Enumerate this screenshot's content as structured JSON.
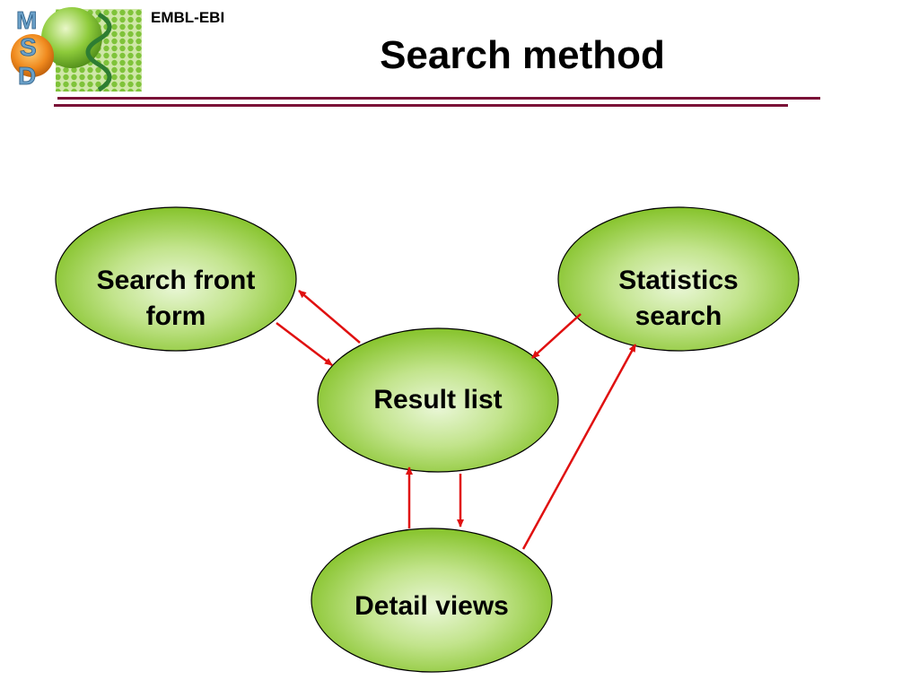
{
  "header": {
    "logo_letters": [
      "M",
      "S",
      "D"
    ],
    "org_label": "EMBL-EBI",
    "title": "Search method"
  },
  "nodes": {
    "search_front_form": "Search front form",
    "statistics_search": "Statistics search",
    "result_list": "Result list",
    "detail_views": "Detail views"
  },
  "colors": {
    "node_fill_center": "#eaf7d8",
    "node_fill_edge": "#7bbd1a",
    "arrow": "#e01010",
    "rule": "#7a1037"
  },
  "edges": [
    {
      "from": "result_list",
      "to": "search_front_form"
    },
    {
      "from": "search_front_form",
      "to": "result_list"
    },
    {
      "from": "statistics_search",
      "to": "result_list"
    },
    {
      "from": "detail_views",
      "to": "result_list"
    },
    {
      "from": "result_list",
      "to": "detail_views"
    },
    {
      "from": "detail_views",
      "to": "statistics_search"
    }
  ]
}
